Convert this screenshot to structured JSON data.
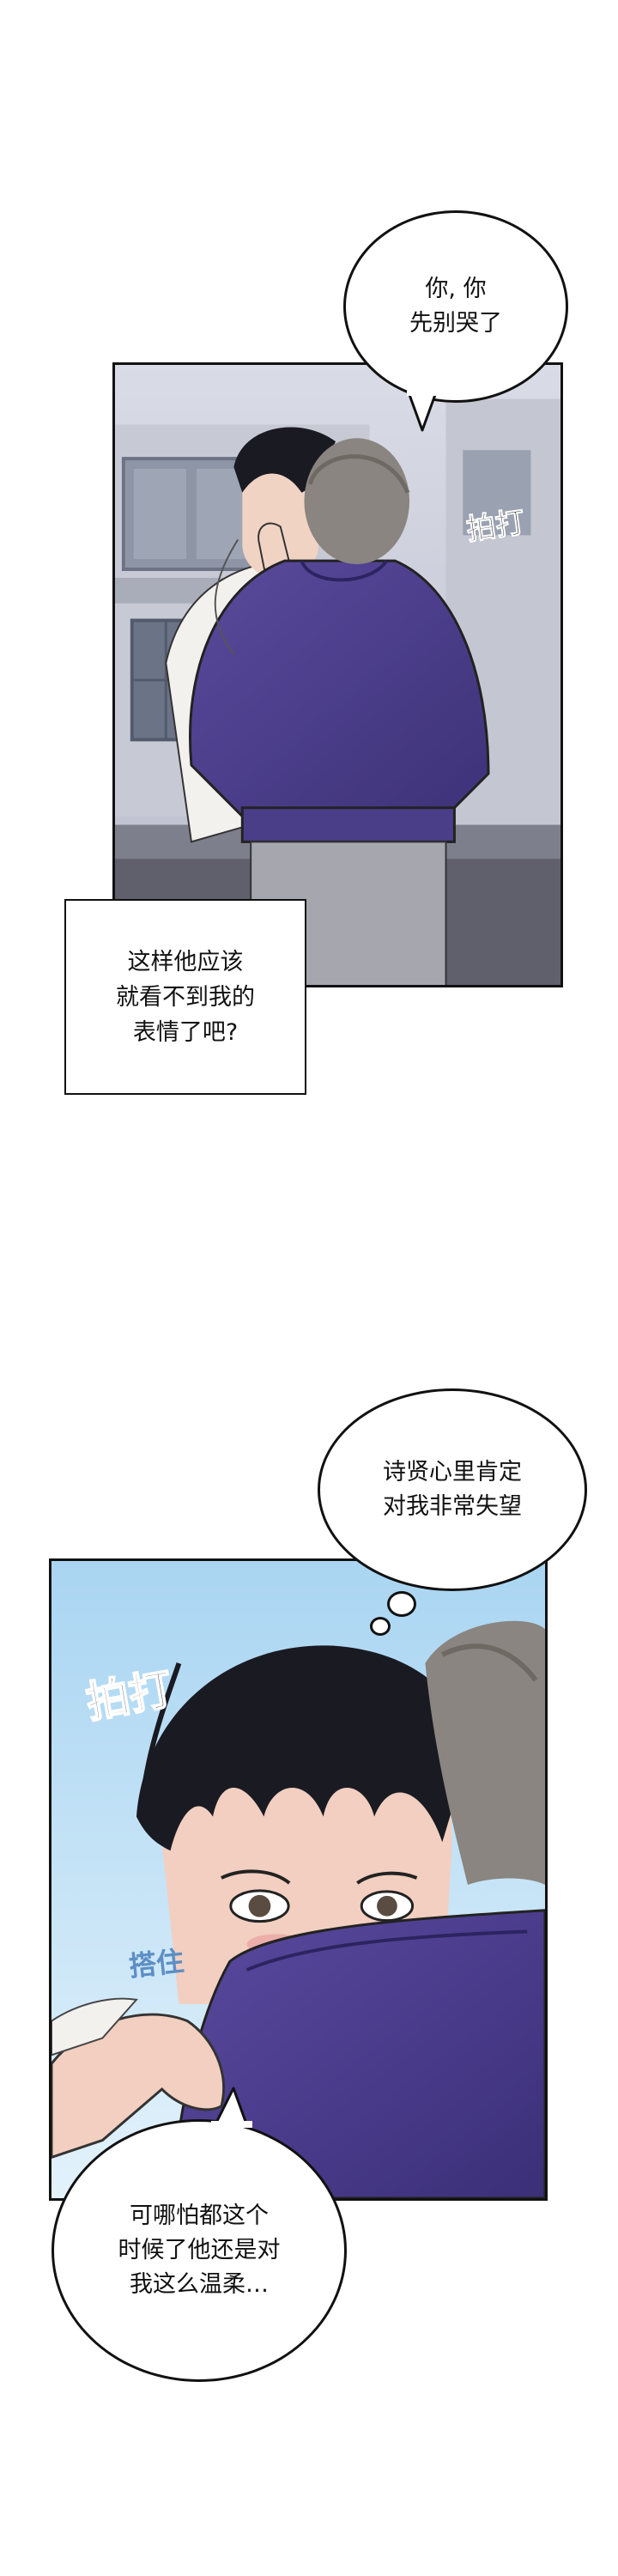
{
  "panel1": {
    "bubble_text": "你, 你\n先别哭了",
    "sfx_pat": "拍打",
    "narration_text": "这样他应该\n就看不到我的\n表情了吧?"
  },
  "panel2": {
    "thought_text": "诗贤心里肯定\n对我非常失望",
    "sfx_pat": "拍打",
    "sfx_hold": "搭住",
    "bubble_text": "可哪怕都这个\n时候了他还是对\n我这么温柔…"
  },
  "colors": {
    "hoodie_purple": "#4c3f8c",
    "sky_blue": "#bfe3f7",
    "hair_dark": "#1a1a22",
    "hair_grey": "#8a8580",
    "sfx_blue": "#5d8fc4"
  }
}
